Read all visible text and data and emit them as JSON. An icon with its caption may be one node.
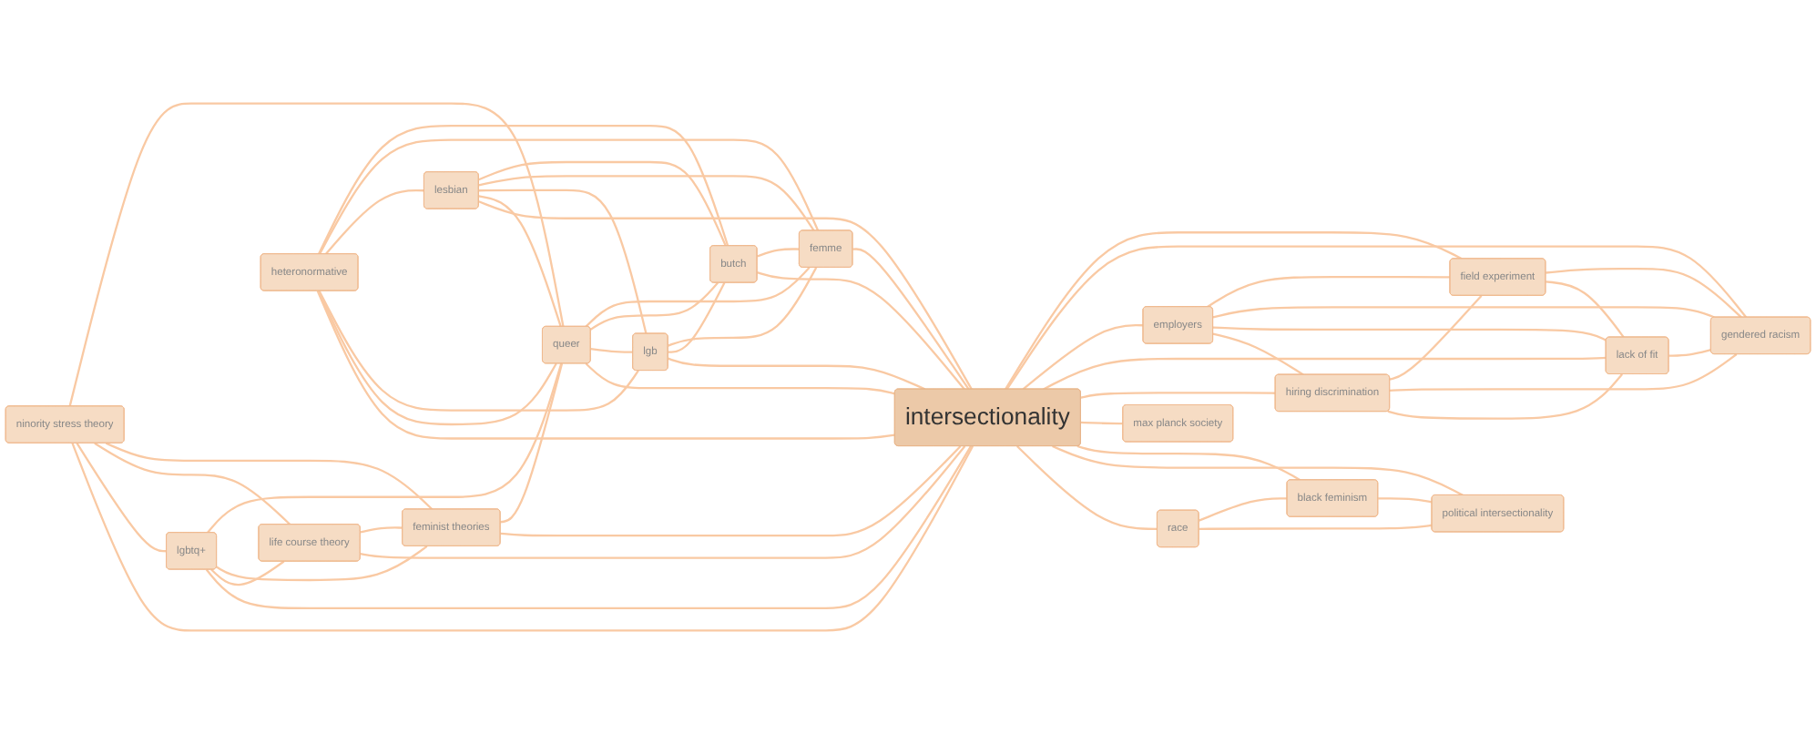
{
  "diagram": {
    "nodes": [
      {
        "text": [
          "intersectionality"
        ]
      },
      {
        "text": [
          "lgbtq+"
        ]
      },
      {
        "text": [
          "life course theory"
        ]
      },
      {
        "text": [
          "ninority stress theory"
        ]
      },
      {
        "text": [
          "feminist theories"
        ]
      },
      {
        "text": [
          "queer"
        ]
      },
      {
        "text": [
          "heteronormative"
        ]
      },
      {
        "text": [
          "lgb"
        ]
      },
      {
        "text": [
          "lesbian"
        ]
      },
      {
        "text": [
          "femme"
        ]
      },
      {
        "text": [
          "butch"
        ]
      },
      {
        "text": [
          "race"
        ]
      },
      {
        "text": [
          "political intersectionality"
        ]
      },
      {
        "text": [
          "black feminism"
        ]
      },
      {
        "text": [
          "max planck society"
        ]
      },
      {
        "text": [
          "hiring discrimination"
        ]
      },
      {
        "text": [
          "lack of fit"
        ]
      },
      {
        "text": [
          "employers"
        ]
      },
      {
        "text": [
          "gendered racism"
        ]
      },
      {
        "text": [
          "field experiment"
        ]
      }
    ],
    "edges": [
      {
        "from": 1,
        "to": 0,
        "arrow": "none"
      },
      {
        "from": 2,
        "to": 0,
        "arrow": "none"
      },
      {
        "from": 3,
        "to": 0,
        "arrow": "none"
      },
      {
        "from": 4,
        "to": 0,
        "arrow": "none"
      },
      {
        "from": 5,
        "to": 0,
        "arrow": "none"
      },
      {
        "from": 6,
        "to": 0,
        "arrow": "none"
      },
      {
        "from": 7,
        "to": 0,
        "arrow": "none"
      },
      {
        "from": 8,
        "to": 0,
        "arrow": "none"
      },
      {
        "from": 9,
        "to": 0,
        "arrow": "none"
      },
      {
        "from": 10,
        "to": 0,
        "arrow": "none"
      },
      {
        "from": 0,
        "to": 11,
        "arrow": "none"
      },
      {
        "from": 0,
        "to": 12,
        "arrow": "none"
      },
      {
        "from": 0,
        "to": 13,
        "arrow": "none"
      },
      {
        "from": 0,
        "to": 14,
        "arrow": "none"
      },
      {
        "from": 0,
        "to": 15,
        "arrow": "none"
      },
      {
        "from": 0,
        "to": 16,
        "arrow": "none"
      },
      {
        "from": 0,
        "to": 17,
        "arrow": "none"
      },
      {
        "from": 0,
        "to": 18,
        "arrow": "none"
      },
      {
        "from": 0,
        "to": 19,
        "arrow": "none"
      },
      {
        "from": 1,
        "to": 2,
        "arrow": "none"
      },
      {
        "from": 1,
        "to": 4,
        "arrow": "none"
      },
      {
        "from": 3,
        "to": 1,
        "arrow": "none"
      },
      {
        "from": 1,
        "to": 5,
        "arrow": "none"
      },
      {
        "from": 3,
        "to": 2,
        "arrow": "none"
      },
      {
        "from": 2,
        "to": 4,
        "arrow": "none"
      },
      {
        "from": 3,
        "to": 4,
        "arrow": "none"
      },
      {
        "from": 3,
        "to": 5,
        "arrow": "none"
      },
      {
        "from": 4,
        "to": 5,
        "arrow": "none"
      },
      {
        "from": 6,
        "to": 5,
        "arrow": "none"
      },
      {
        "from": 8,
        "to": 5,
        "arrow": "none"
      },
      {
        "from": 5,
        "to": 7,
        "arrow": "none"
      },
      {
        "from": 5,
        "to": 10,
        "arrow": "none"
      },
      {
        "from": 5,
        "to": 9,
        "arrow": "none"
      },
      {
        "from": 6,
        "to": 7,
        "arrow": "none"
      },
      {
        "from": 6,
        "to": 8,
        "arrow": "none"
      },
      {
        "from": 6,
        "to": 9,
        "arrow": "none"
      },
      {
        "from": 6,
        "to": 10,
        "arrow": "none"
      },
      {
        "from": 8,
        "to": 7,
        "arrow": "none"
      },
      {
        "from": 8,
        "to": 9,
        "arrow": "none"
      },
      {
        "from": 8,
        "to": 10,
        "arrow": "none"
      },
      {
        "from": 7,
        "to": 10,
        "arrow": "none"
      },
      {
        "from": 7,
        "to": 9,
        "arrow": "none"
      },
      {
        "from": 10,
        "to": 9,
        "arrow": "none"
      },
      {
        "from": 11,
        "to": 12,
        "arrow": "none"
      },
      {
        "from": 11,
        "to": 13,
        "arrow": "none"
      },
      {
        "from": 13,
        "to": 12,
        "arrow": "none"
      },
      {
        "from": 15,
        "to": 16,
        "arrow": "none"
      },
      {
        "from": 17,
        "to": 15,
        "arrow": "none"
      },
      {
        "from": 15,
        "to": 18,
        "arrow": "none"
      },
      {
        "from": 15,
        "to": 19,
        "arrow": "none"
      },
      {
        "from": 17,
        "to": 16,
        "arrow": "none"
      },
      {
        "from": 16,
        "to": 18,
        "arrow": "none"
      },
      {
        "from": 19,
        "to": 16,
        "arrow": "none"
      },
      {
        "from": 17,
        "to": 18,
        "arrow": "none"
      },
      {
        "from": 17,
        "to": 19,
        "arrow": "none"
      },
      {
        "from": 19,
        "to": 18,
        "arrow": "none"
      }
    ]
  }
}
